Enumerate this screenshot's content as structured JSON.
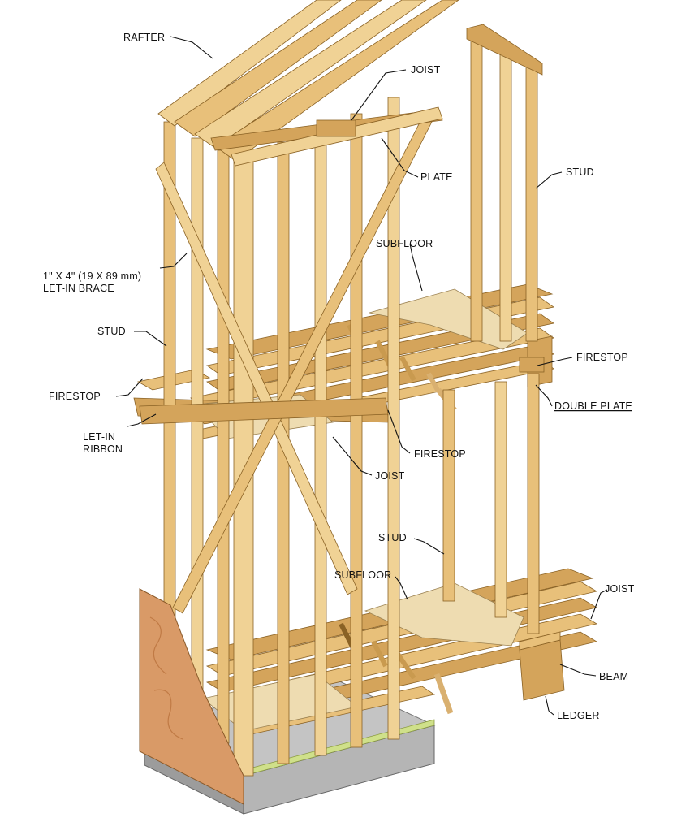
{
  "labels": {
    "rafter": "RAFTER",
    "joist_top": "JOIST",
    "plate": "PLATE",
    "stud_top_right": "STUD",
    "brace_line1": "1\" X 4\" (19 X 89 mm)",
    "brace_line2": "LET-IN BRACE",
    "subfloor_upper": "SUBFLOOR",
    "stud_left": "STUD",
    "firestop_right": "FIRESTOP",
    "firestop_left": "FIRESTOP",
    "double_plate": "DOUBLE PLATE",
    "ribbon_line1": "LET-IN",
    "ribbon_line2": "RIBBON",
    "firestop_mid": "FIRESTOP",
    "joist_mid": "JOIST",
    "stud_lower": "STUD",
    "subfloor_lower": "SUBFLOOR",
    "joist_lower": "JOIST",
    "beam": "BEAM",
    "ledger": "LEDGER"
  },
  "colors": {
    "wood": "#e8c07a",
    "plywood": "#eedcb1",
    "sheathing": "#d99a67",
    "concrete": "#a9a9a9",
    "sill": "#cfe08a"
  }
}
